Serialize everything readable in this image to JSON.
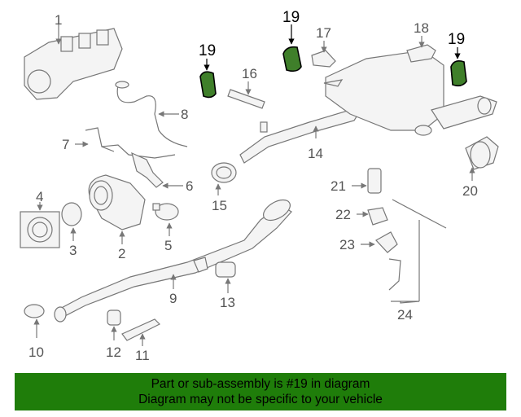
{
  "callouts": [
    "1",
    "2",
    "3",
    "4",
    "5",
    "6",
    "7",
    "8",
    "9",
    "10",
    "11",
    "12",
    "13",
    "14",
    "15",
    "16",
    "17",
    "18",
    "19",
    "20",
    "21",
    "22",
    "23",
    "24"
  ],
  "highlight_label": "19",
  "banner": {
    "line1": "Part or sub-assembly is #19 in diagram",
    "line2": "Diagram may not be specific to your vehicle"
  },
  "colors": {
    "highlight_part": "#3f7f2a",
    "banner_bg": "#1f7d0a"
  }
}
